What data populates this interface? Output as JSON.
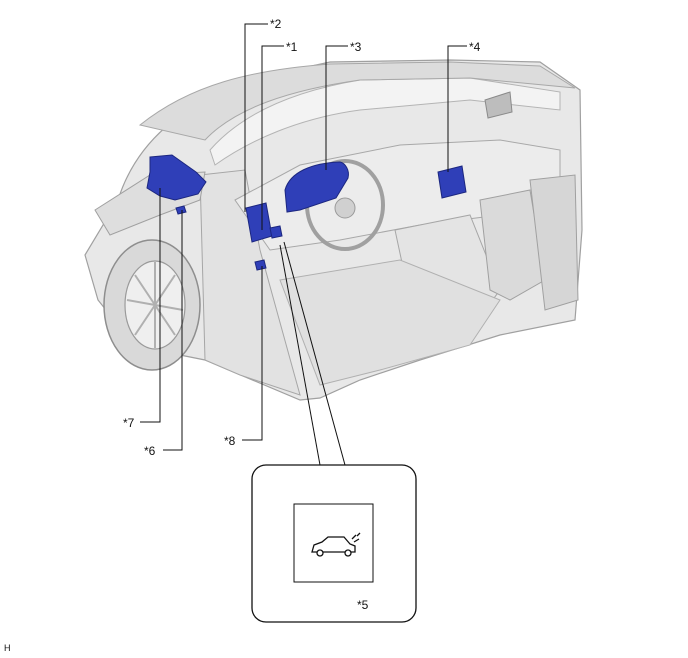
{
  "diagram": {
    "callouts": {
      "c1": "*1",
      "c2": "*2",
      "c3": "*3",
      "c4": "*4",
      "c5": "*5",
      "c6": "*6",
      "c7": "*7",
      "c8": "*8"
    },
    "corner_tag": "H",
    "colors": {
      "component": "#2f3fb8",
      "component_dark": "#1c2780",
      "vehicle_fill": "#e6e6e6",
      "vehicle_line": "#9a9a9a",
      "leader": "#111111"
    },
    "icons": {
      "vehicle_indicator": "car-side-icon"
    }
  }
}
